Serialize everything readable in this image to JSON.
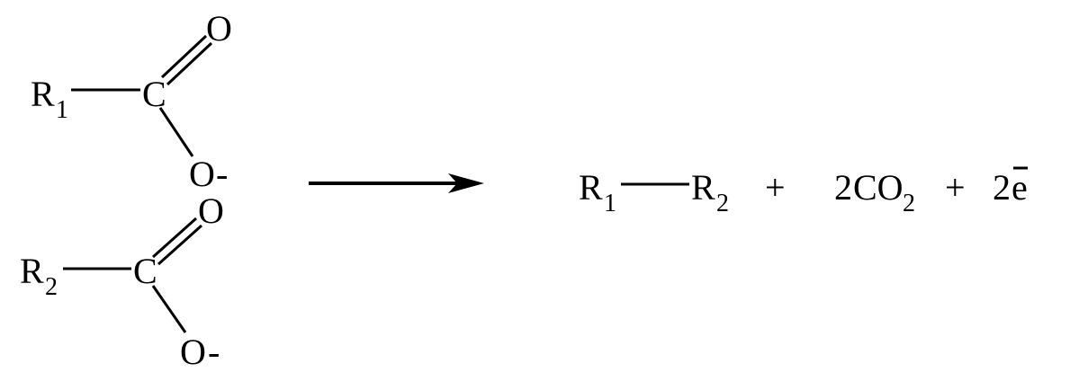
{
  "reactant_1": {
    "r_group": "R",
    "r_subscript": "1",
    "carbon": "C",
    "carbonyl_oxygen": "O",
    "carboxylate_oxygen": "O",
    "charge": "-"
  },
  "reactant_2": {
    "r_group": "R",
    "r_subscript": "2",
    "carbon": "C",
    "carbonyl_oxygen": "O",
    "carboxylate_oxygen": "O",
    "charge": "-"
  },
  "product": {
    "r1": "R",
    "r1_subscript": "1",
    "r2": "R",
    "r2_subscript": "2",
    "plus_1": "+",
    "co2_coefficient": "2",
    "co2_formula": "CO",
    "co2_subscript": "2",
    "plus_2": "+",
    "electron_coefficient": "2",
    "electron_symbol": "e"
  }
}
